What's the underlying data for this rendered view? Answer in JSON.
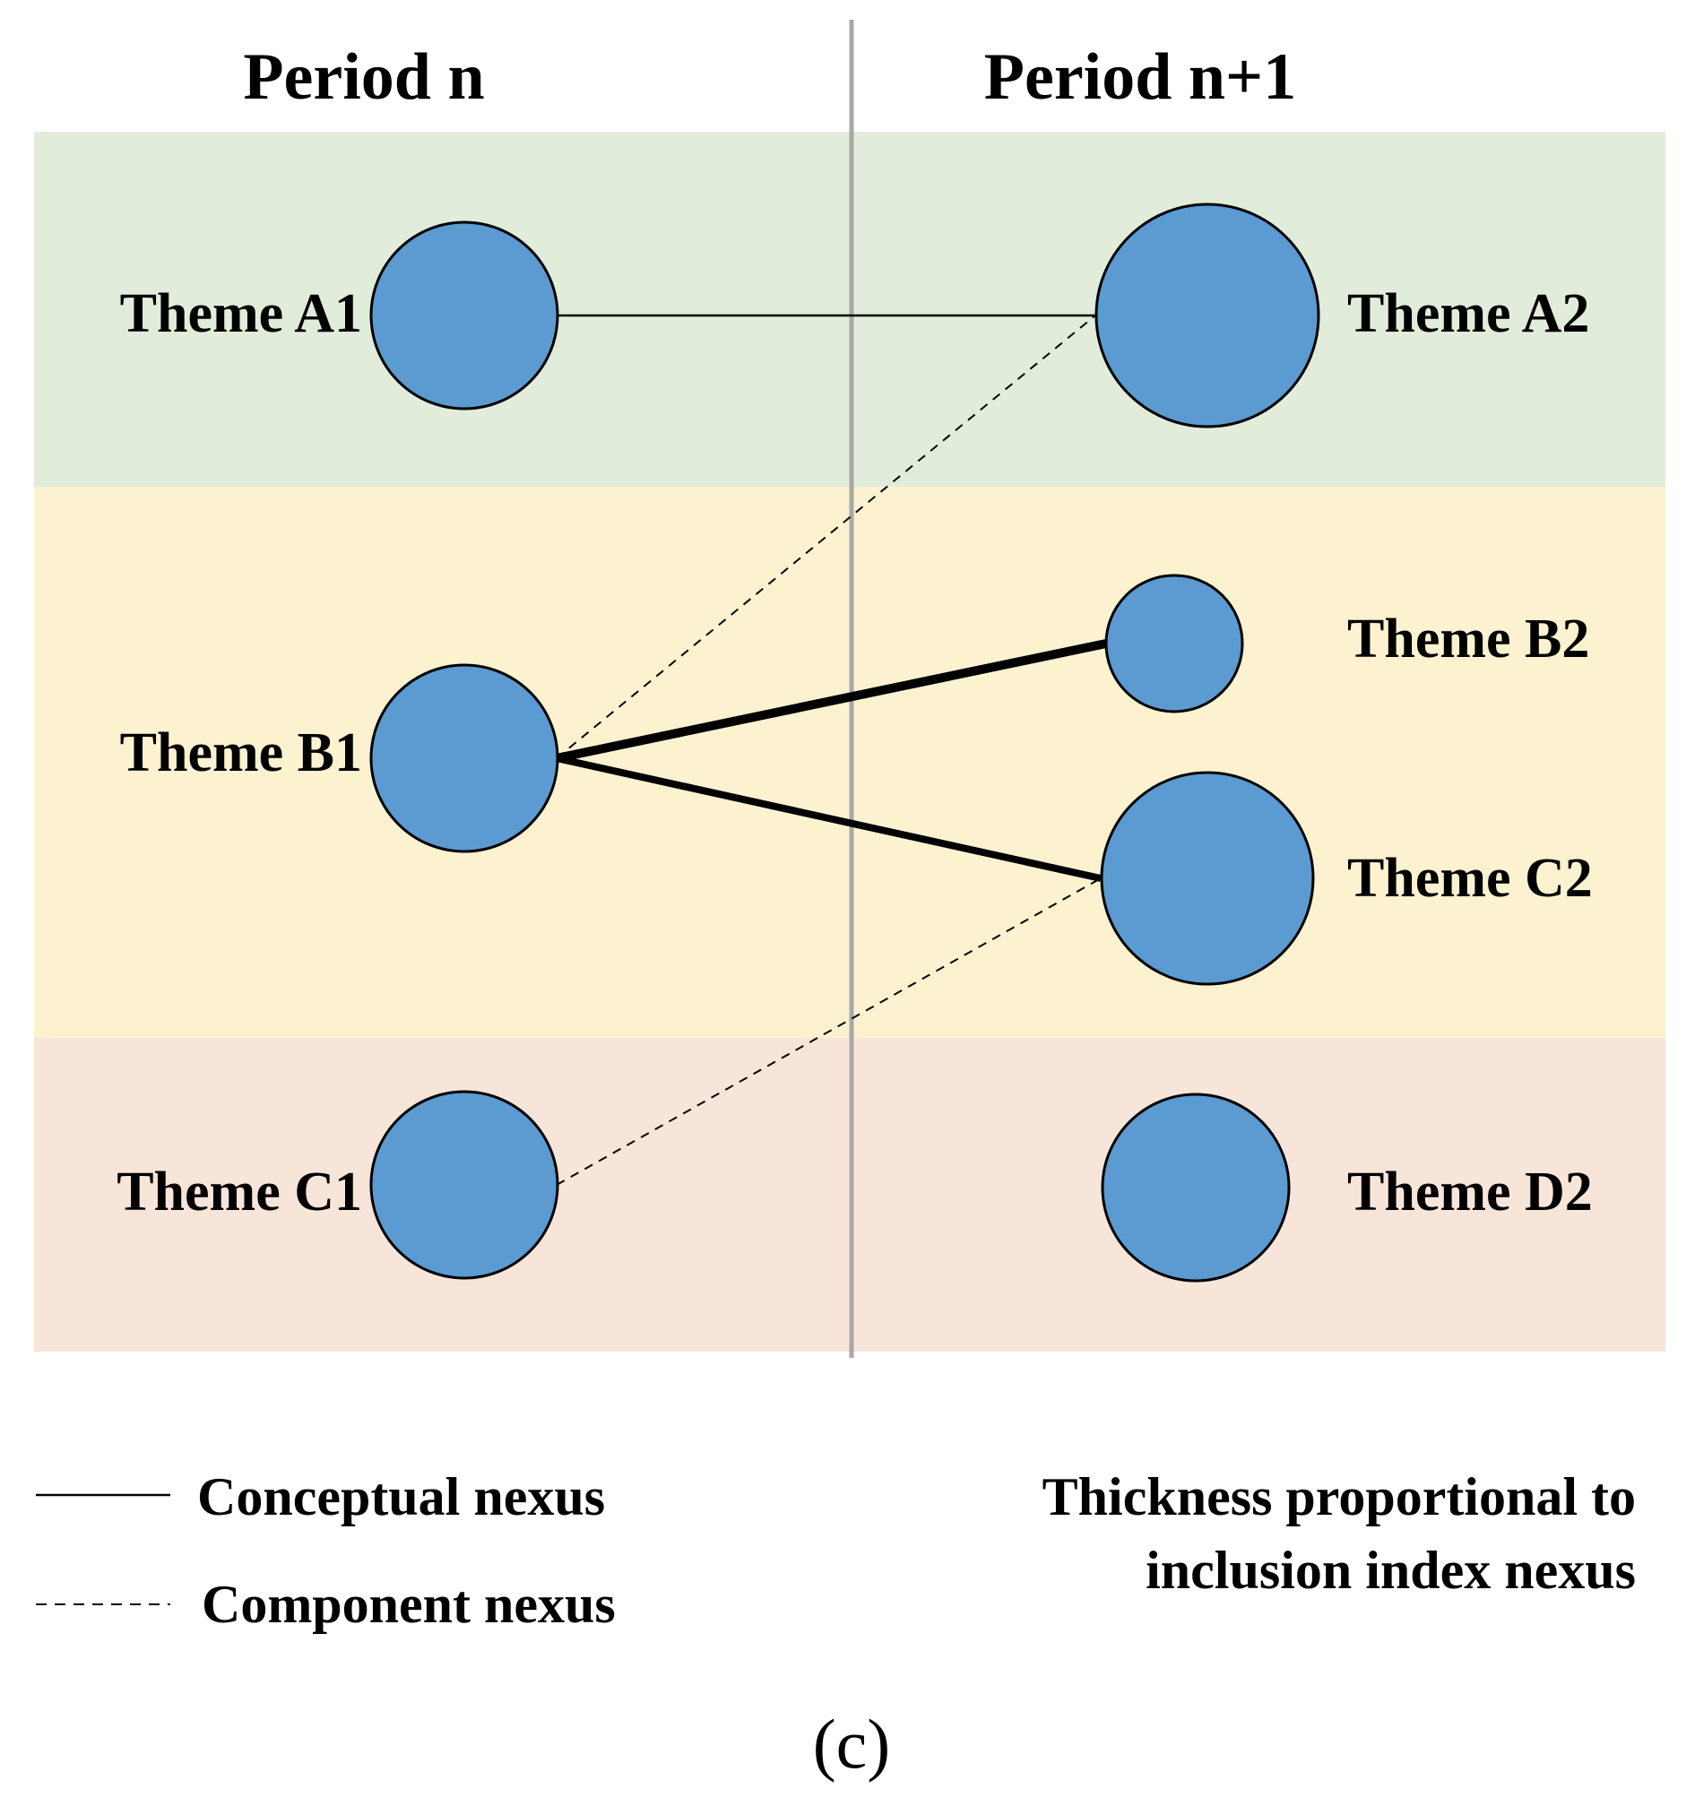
{
  "headers": {
    "left": "Period n",
    "right": "Period n+1"
  },
  "colors": {
    "band_a": "#e2ecda",
    "band_b": "#fcf2d0",
    "band_c": "#f8e5da",
    "node_fill": "#5b9bd1",
    "node_stroke": "#000000",
    "divider": "#a8a8a8",
    "link": "#000000"
  },
  "nodes": [
    {
      "id": "A1",
      "label": "Theme A1"
    },
    {
      "id": "B1",
      "label": "Theme B1"
    },
    {
      "id": "C1",
      "label": "Theme C1"
    },
    {
      "id": "A2",
      "label": "Theme A2"
    },
    {
      "id": "B2",
      "label": "Theme B2"
    },
    {
      "id": "C2",
      "label": "Theme C2"
    },
    {
      "id": "D2",
      "label": "Theme D2"
    }
  ],
  "links": [
    {
      "from": "A1",
      "to": "A2",
      "kind": "conceptual"
    },
    {
      "from": "B1",
      "to": "A2",
      "kind": "component"
    },
    {
      "from": "B1",
      "to": "B2",
      "kind": "conceptual",
      "emphasis": "thick"
    },
    {
      "from": "B1",
      "to": "C2",
      "kind": "conceptual",
      "emphasis": "thick"
    },
    {
      "from": "C1",
      "to": "C2",
      "kind": "component"
    }
  ],
  "legend": {
    "conceptual": "Conceptual nexus",
    "component": "Component nexus",
    "thickness_line1": "Thickness proportional to",
    "thickness_line2": "inclusion index nexus"
  },
  "caption": "(c)"
}
